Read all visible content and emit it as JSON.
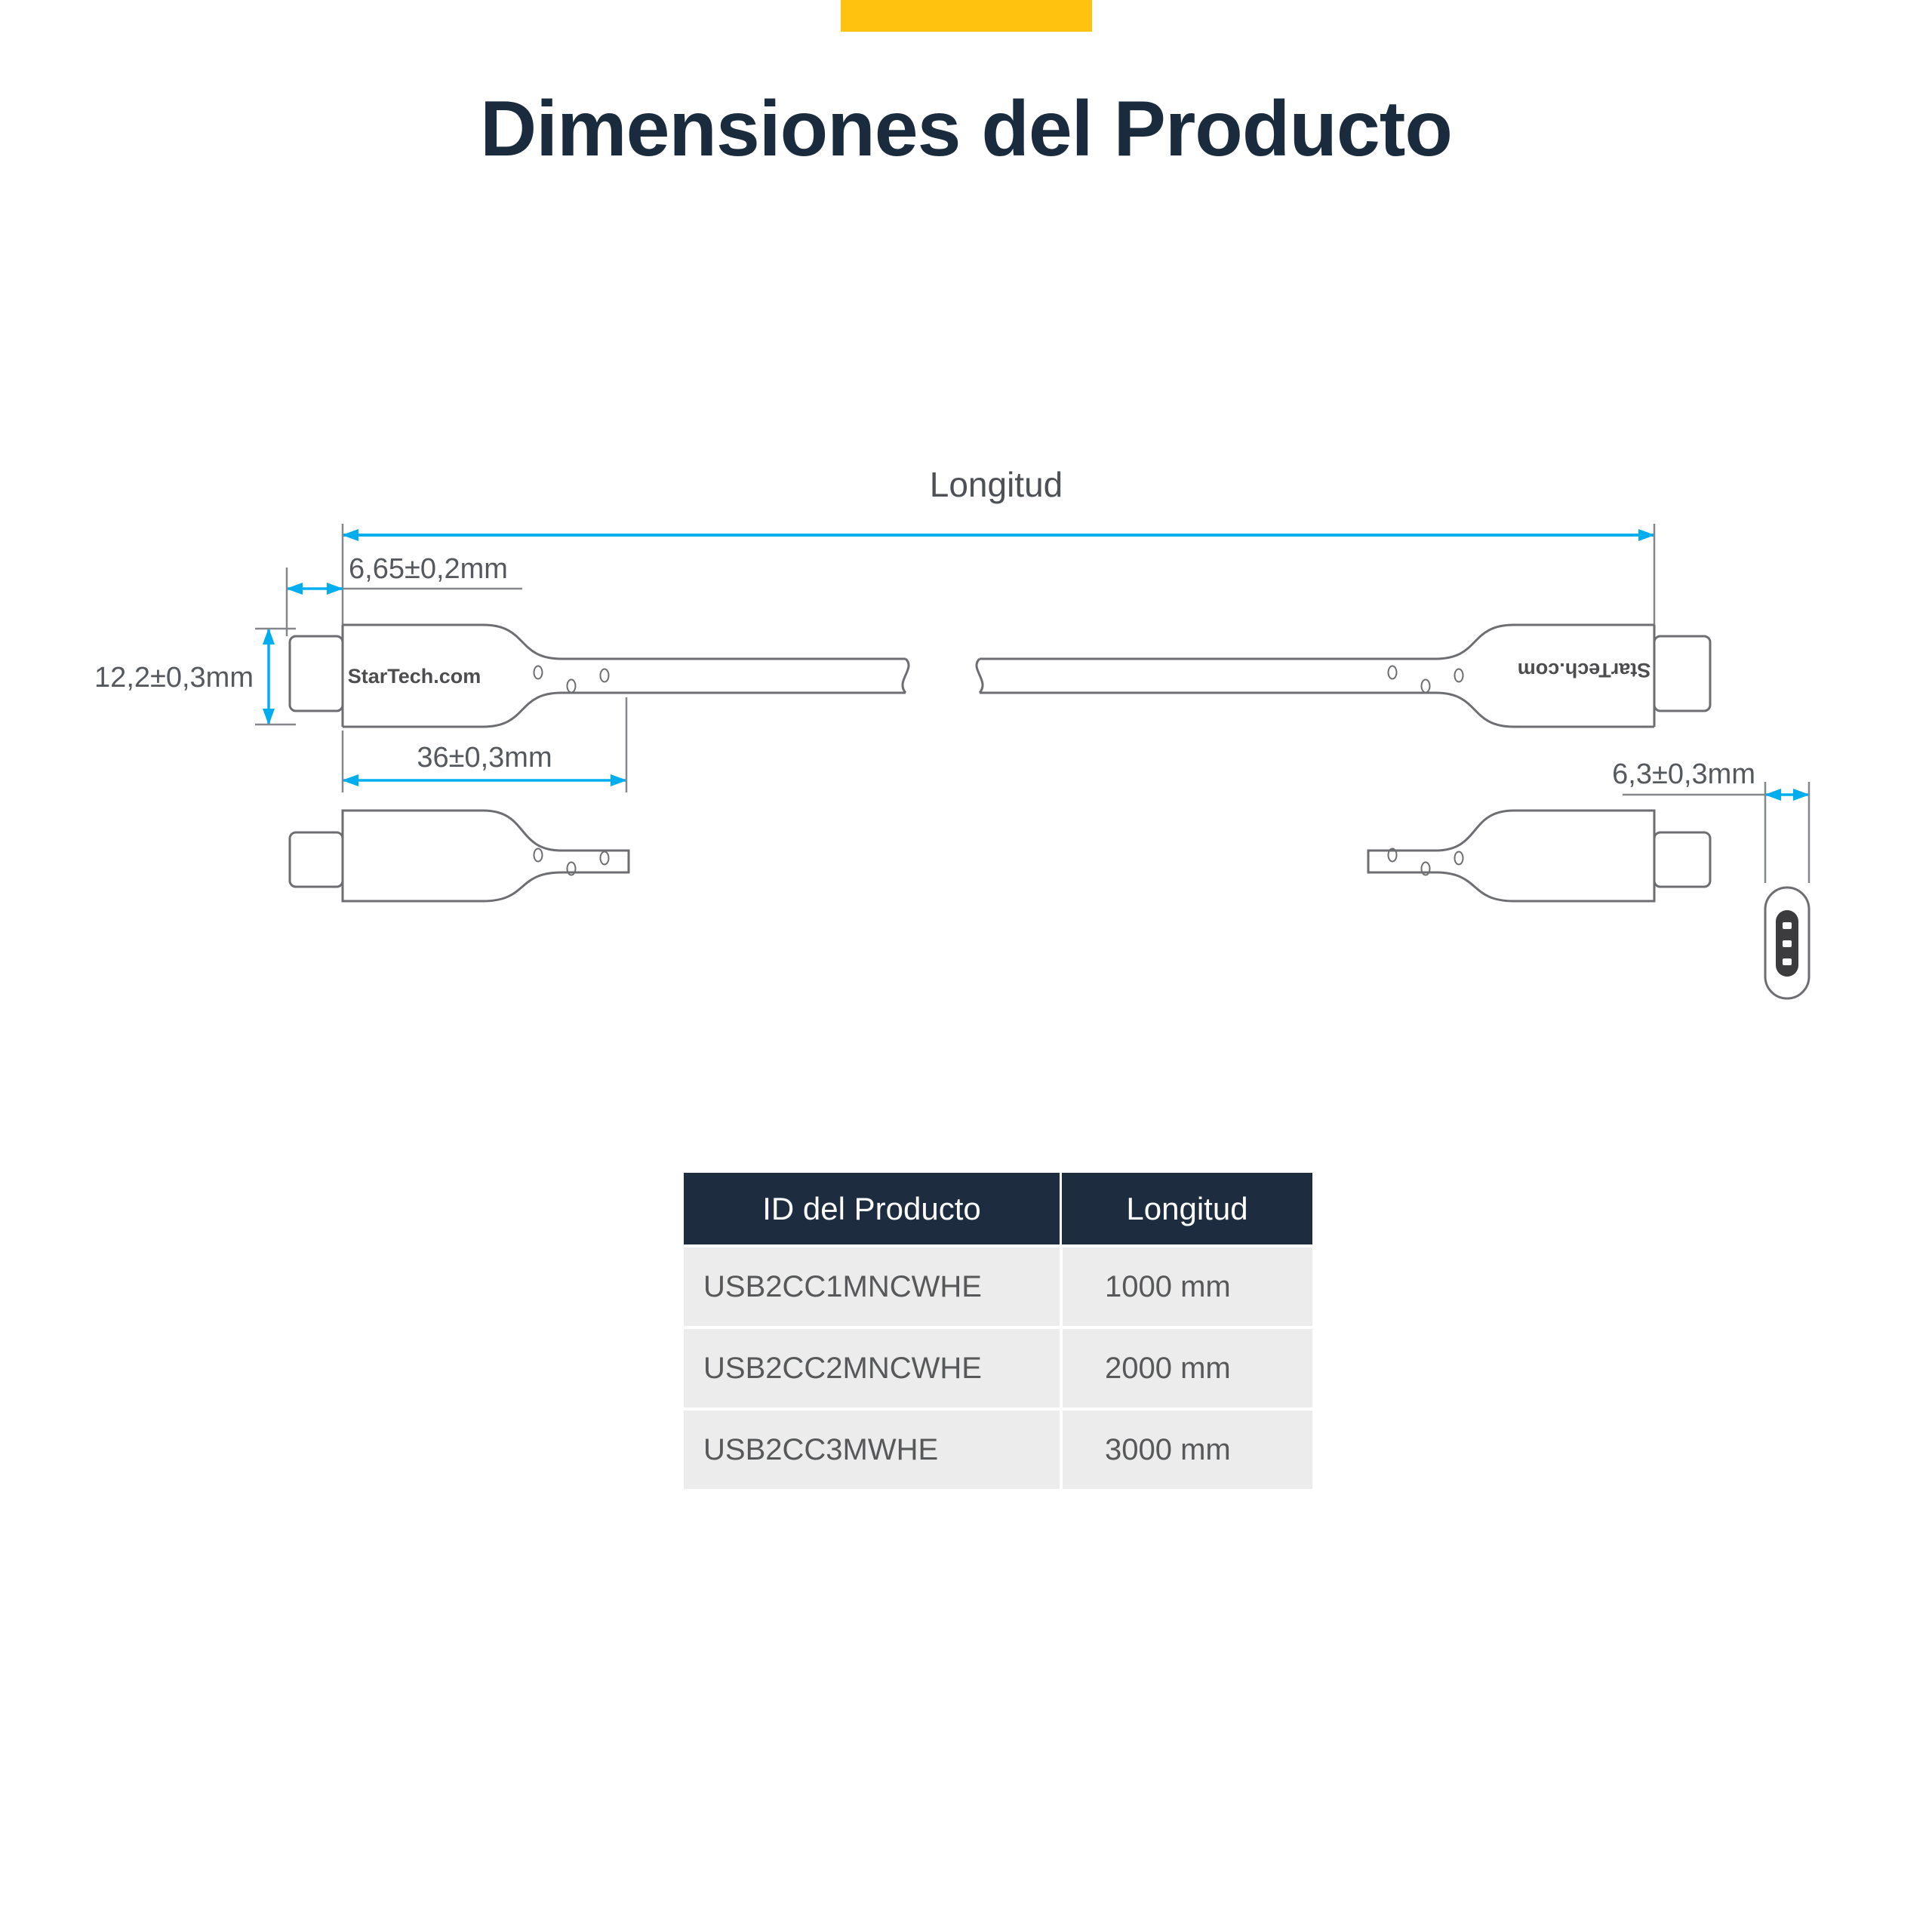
{
  "page": {
    "title": "Dimensiones del Producto"
  },
  "diagram": {
    "brand": "StarTech.com",
    "length_label": "Longitud",
    "dim_tip": "6,65±0,2mm",
    "dim_height": "12,2±0,3mm",
    "dim_body": "36±0,3mm",
    "dim_width": "6,3±0,3mm"
  },
  "table": {
    "headers": [
      "ID del Producto",
      "Longitud"
    ],
    "rows": [
      {
        "id": "USB2CC1MNCWHE",
        "length": "1000 mm"
      },
      {
        "id": "USB2CC2MNCWHE",
        "length": "2000 mm"
      },
      {
        "id": "USB2CC3MWHE",
        "length": "3000 mm"
      }
    ]
  },
  "colors": {
    "accent_yellow": "#FFC20E",
    "navy": "#1D2C3E",
    "dimension_cyan": "#00AEEF",
    "line_gray": "#6D6E71"
  }
}
